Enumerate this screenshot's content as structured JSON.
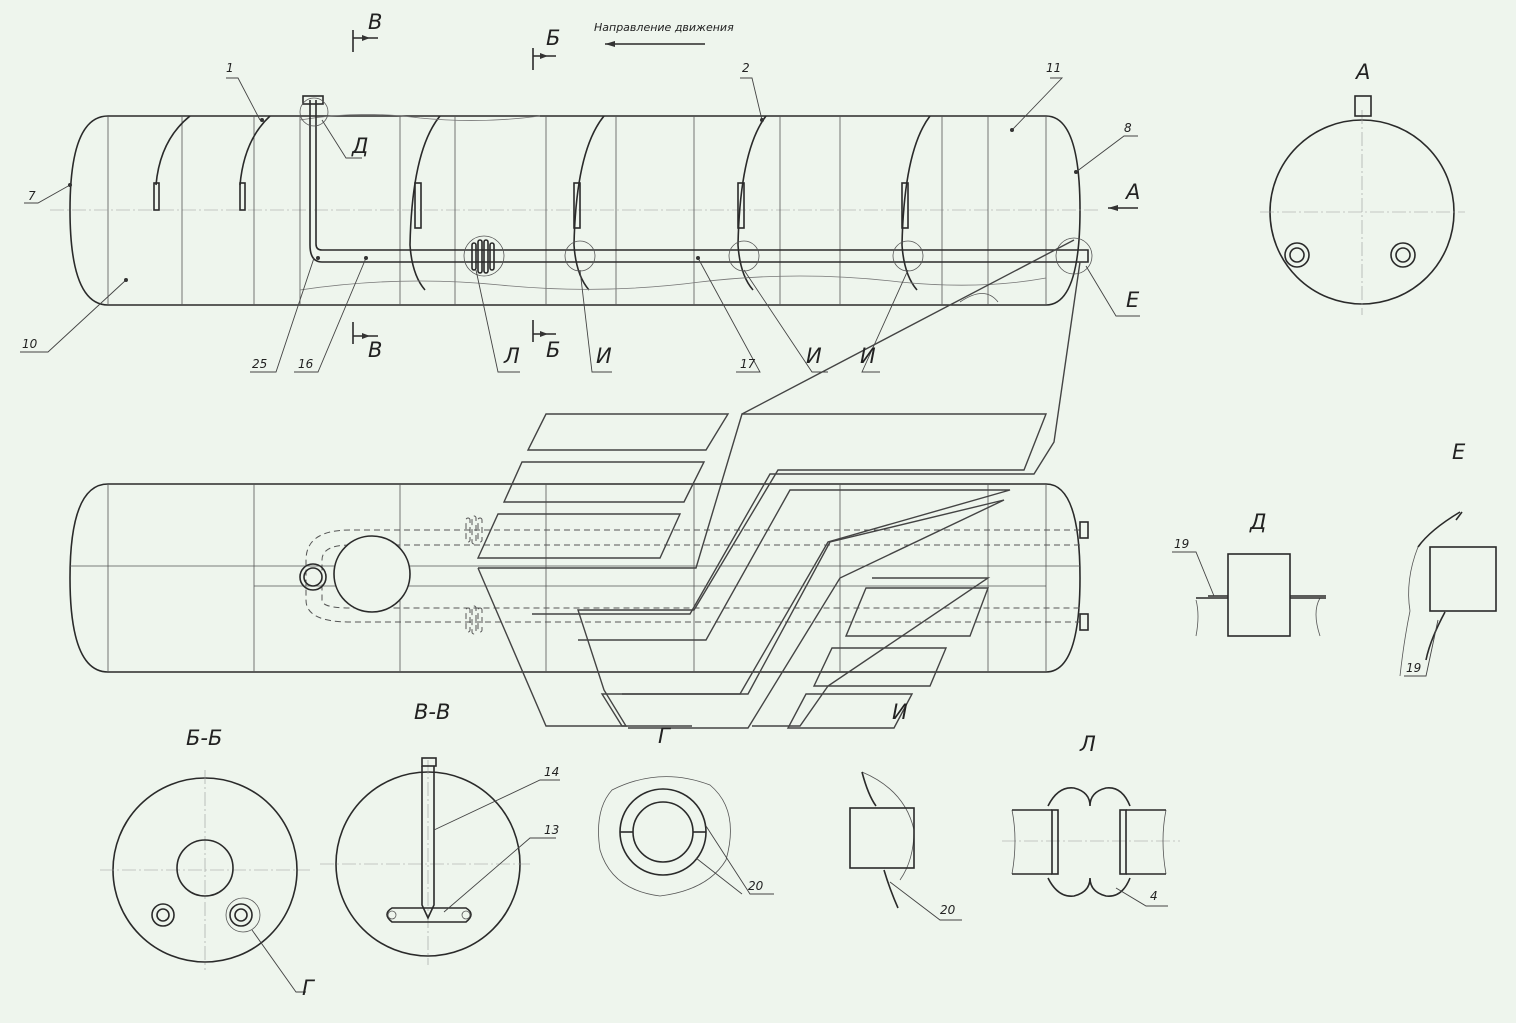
{
  "drawing": {
    "direction_note": "Направление движения",
    "section_letters": {
      "A": "А",
      "B": "Б",
      "V": "В",
      "G": "Г",
      "D": "Д",
      "E": "Е",
      "I": "И",
      "L": "Л"
    },
    "views": {
      "A": "А",
      "BB": "Б-Б",
      "VV": "В-В",
      "G": "Г",
      "D": "Д",
      "E": "Е",
      "I": "И",
      "L": "Л"
    },
    "part_numbers": [
      "1",
      "2",
      "4",
      "7",
      "8",
      "10",
      "11",
      "13",
      "14",
      "16",
      "17",
      "19",
      "20",
      "25"
    ]
  }
}
